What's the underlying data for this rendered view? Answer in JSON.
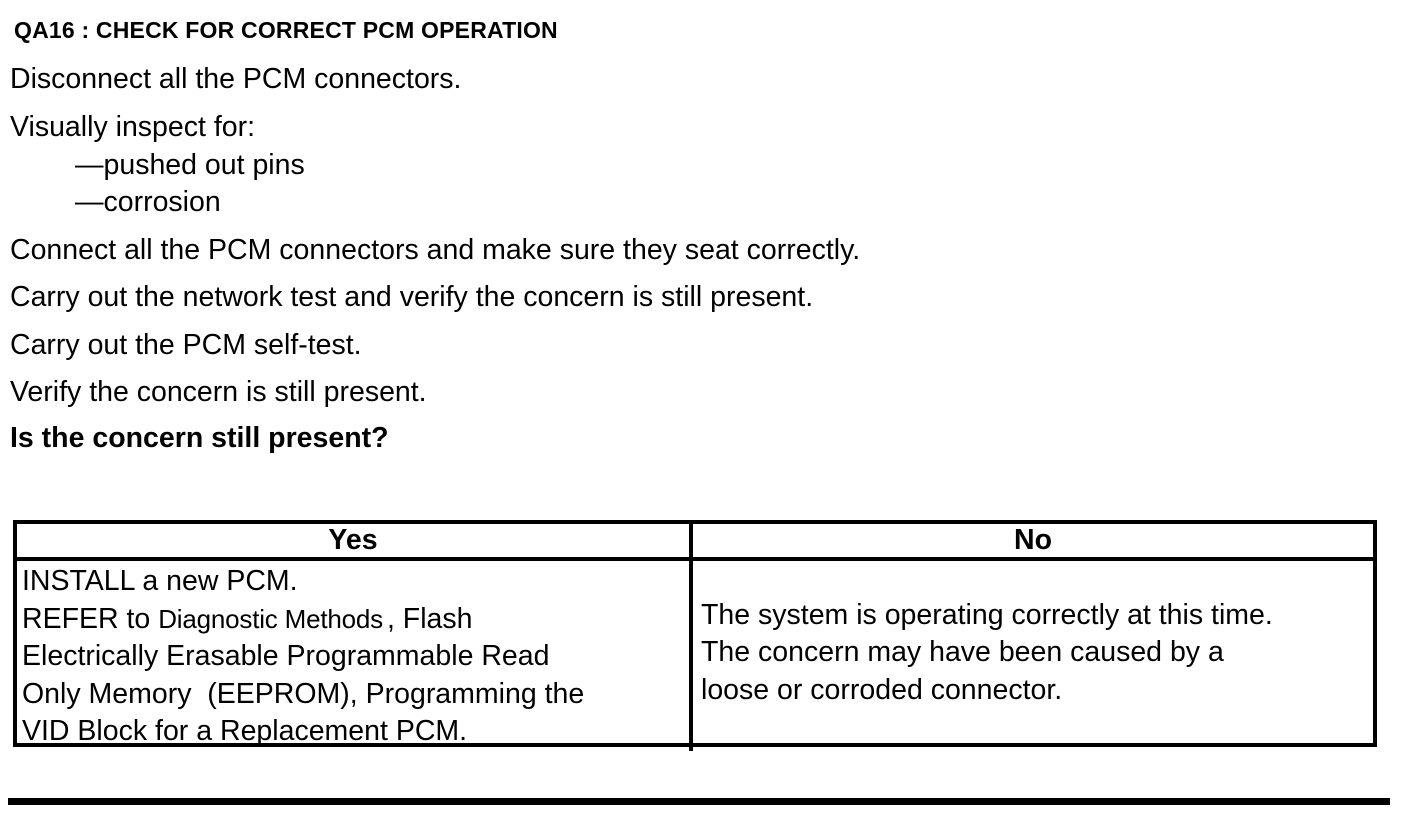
{
  "doc": {
    "title": "QA16 : CHECK FOR CORRECT PCM OPERATION",
    "steps": [
      "Disconnect all the PCM connectors.",
      "Visually inspect for:",
      "—pushed out pins",
      "—corrosion",
      "Connect all the PCM connectors and make sure they seat correctly.",
      "Carry out the network test and verify the concern is still present.",
      "Carry out the PCM self-test.",
      "Verify the concern is still present."
    ],
    "question": "Is the concern still present?"
  },
  "table": {
    "headers": {
      "yes": "Yes",
      "no": "No"
    },
    "yes_cell": {
      "line1": "INSTALL a new PCM.",
      "refer_prefix": "REFER to ",
      "refer_link": "Diagnostic Methods",
      "refer_suffix": ", Flash",
      "line3": "Electrically Erasable Programmable Read",
      "line4": "Only Memory  (EEPROM), Programming the",
      "line5": "VID Block for a Replacement PCM."
    },
    "no_cell": {
      "text": "The system is operating correctly at this time.\nThe concern may have been caused by a\nloose or corroded connector."
    }
  },
  "colors": {
    "text": "#000000",
    "background": "#ffffff",
    "border": "#000000"
  }
}
